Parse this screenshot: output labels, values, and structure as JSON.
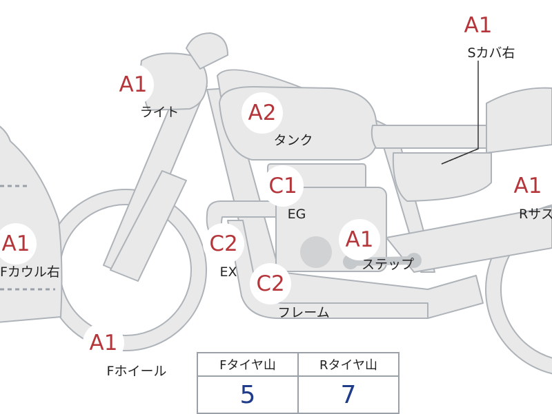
{
  "colors": {
    "fill": "#e8e9e8",
    "stroke": "#aeb3b9",
    "grade": "#b5363a",
    "value": "#1f3c8a"
  },
  "parts": [
    {
      "grade": "A1",
      "name": "Sカバ右"
    },
    {
      "grade": "A1",
      "name": "ライト"
    },
    {
      "grade": "A2",
      "name": "タンク"
    },
    {
      "grade": "C1",
      "name": "EG"
    },
    {
      "grade": "A1",
      "name": "Rサス"
    },
    {
      "grade": "A1",
      "name": "Fカウル右"
    },
    {
      "grade": "C2",
      "name": "EX"
    },
    {
      "grade": "A1",
      "name": "ステップ"
    },
    {
      "grade": "C2",
      "name": "フレーム"
    },
    {
      "grade": "A1",
      "name": "Fホイール"
    }
  ],
  "tire_table": {
    "headers": [
      "Fタイヤ山",
      "Rタイヤ山"
    ],
    "values": [
      "5",
      "7"
    ]
  }
}
